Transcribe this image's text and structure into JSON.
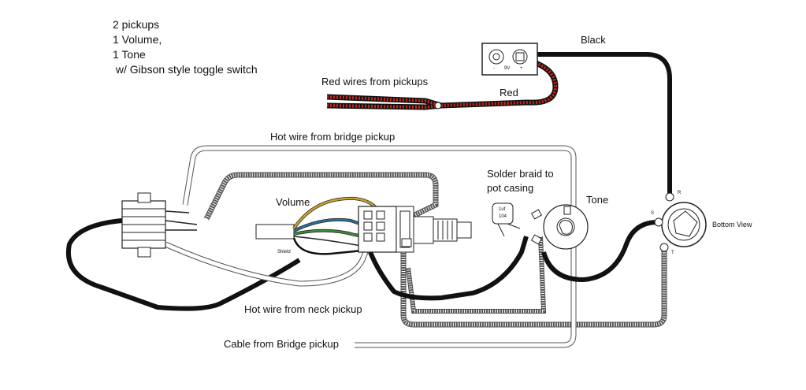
{
  "notes": [
    "2 pickups",
    "1 Volume,",
    "1 Tone",
    " w/ Gibson style toggle switch"
  ],
  "labels": {
    "red_wires": "Red wires from pickups",
    "red": "Red",
    "black": "Black",
    "hot_bridge": "Hot wire from bridge pickup",
    "solder_braid_1": "Solder braid to",
    "solder_braid_2": "pot casing",
    "volume": "Volume",
    "tone": "Tone",
    "shield": "Shield",
    "hot_neck": "Hot wire from neck pickup",
    "cable_bridge": "Cable from Bridge pickup",
    "bottom_view": "Bottom View",
    "jack_r": "R",
    "jack_s": "S",
    "jack_t": "T",
    "battery_minus": "-",
    "battery_volts": "9V",
    "battery_plus": "+",
    "cap_top": "1uf",
    "cap_bottom": "104"
  },
  "colors": {
    "black_wire": "#111111",
    "red_wire": "#c8281e",
    "white_wire": "#d8d8d8",
    "yellow_wire": "#c9a22a",
    "blue_wire": "#2f6f9a",
    "green_wire": "#3f8a3a"
  }
}
